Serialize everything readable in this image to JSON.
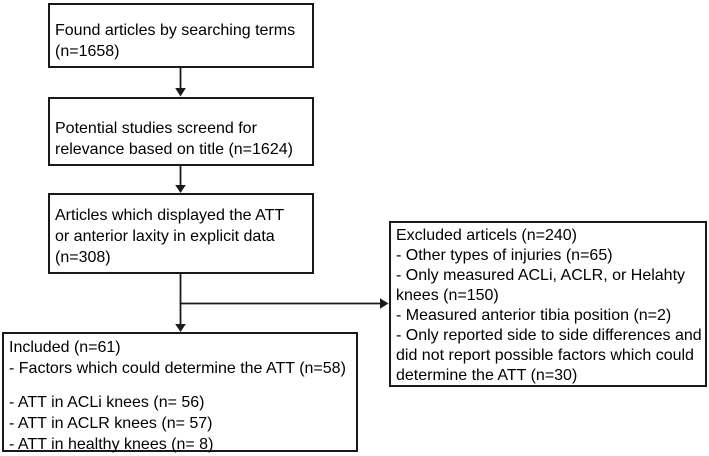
{
  "diagram": {
    "type": "flowchart",
    "background": "#ffffff",
    "colors": {
      "box_border": "#1a1a1a",
      "arrow": "#1a1a1a",
      "text": "#000000"
    },
    "boxes": {
      "found": {
        "lines": [
          "Found articles by searching terms",
          "(n=1658)"
        ]
      },
      "screened": {
        "lines": [
          "Potential studies screend for",
          "relevance based on title (n=1624)"
        ]
      },
      "explicit_data": {
        "lines": [
          "Articles which displayed the ATT",
          "or anterior laxity in explicit data",
          "(n=308)"
        ]
      },
      "excluded": {
        "lines": [
          "Excluded articels (n=240)",
          "- Other types of injuries (n=65)",
          "- Only measured ACLi, ACLR, or Helahty knees (n=150)",
          "- Measured anterior tibia position (n=2)",
          "- Only reported side to side differences and did not report possible factors which could determine the ATT (n=30)"
        ]
      },
      "included": {
        "lines": [
          "Included (n=61)",
          "- Factors which could determine the ATT (n=58)",
          "",
          "- ATT in ACLi knees (n= 56)",
          "- ATT in ACLR knees (n= 57)",
          "- ATT in healthy knees (n= 8)"
        ]
      }
    },
    "edges": [
      {
        "from": "found",
        "to": "screened"
      },
      {
        "from": "screened",
        "to": "explicit_data"
      },
      {
        "from": "explicit_data",
        "to": "included"
      },
      {
        "from": "explicit_data",
        "to": "excluded"
      }
    ]
  }
}
